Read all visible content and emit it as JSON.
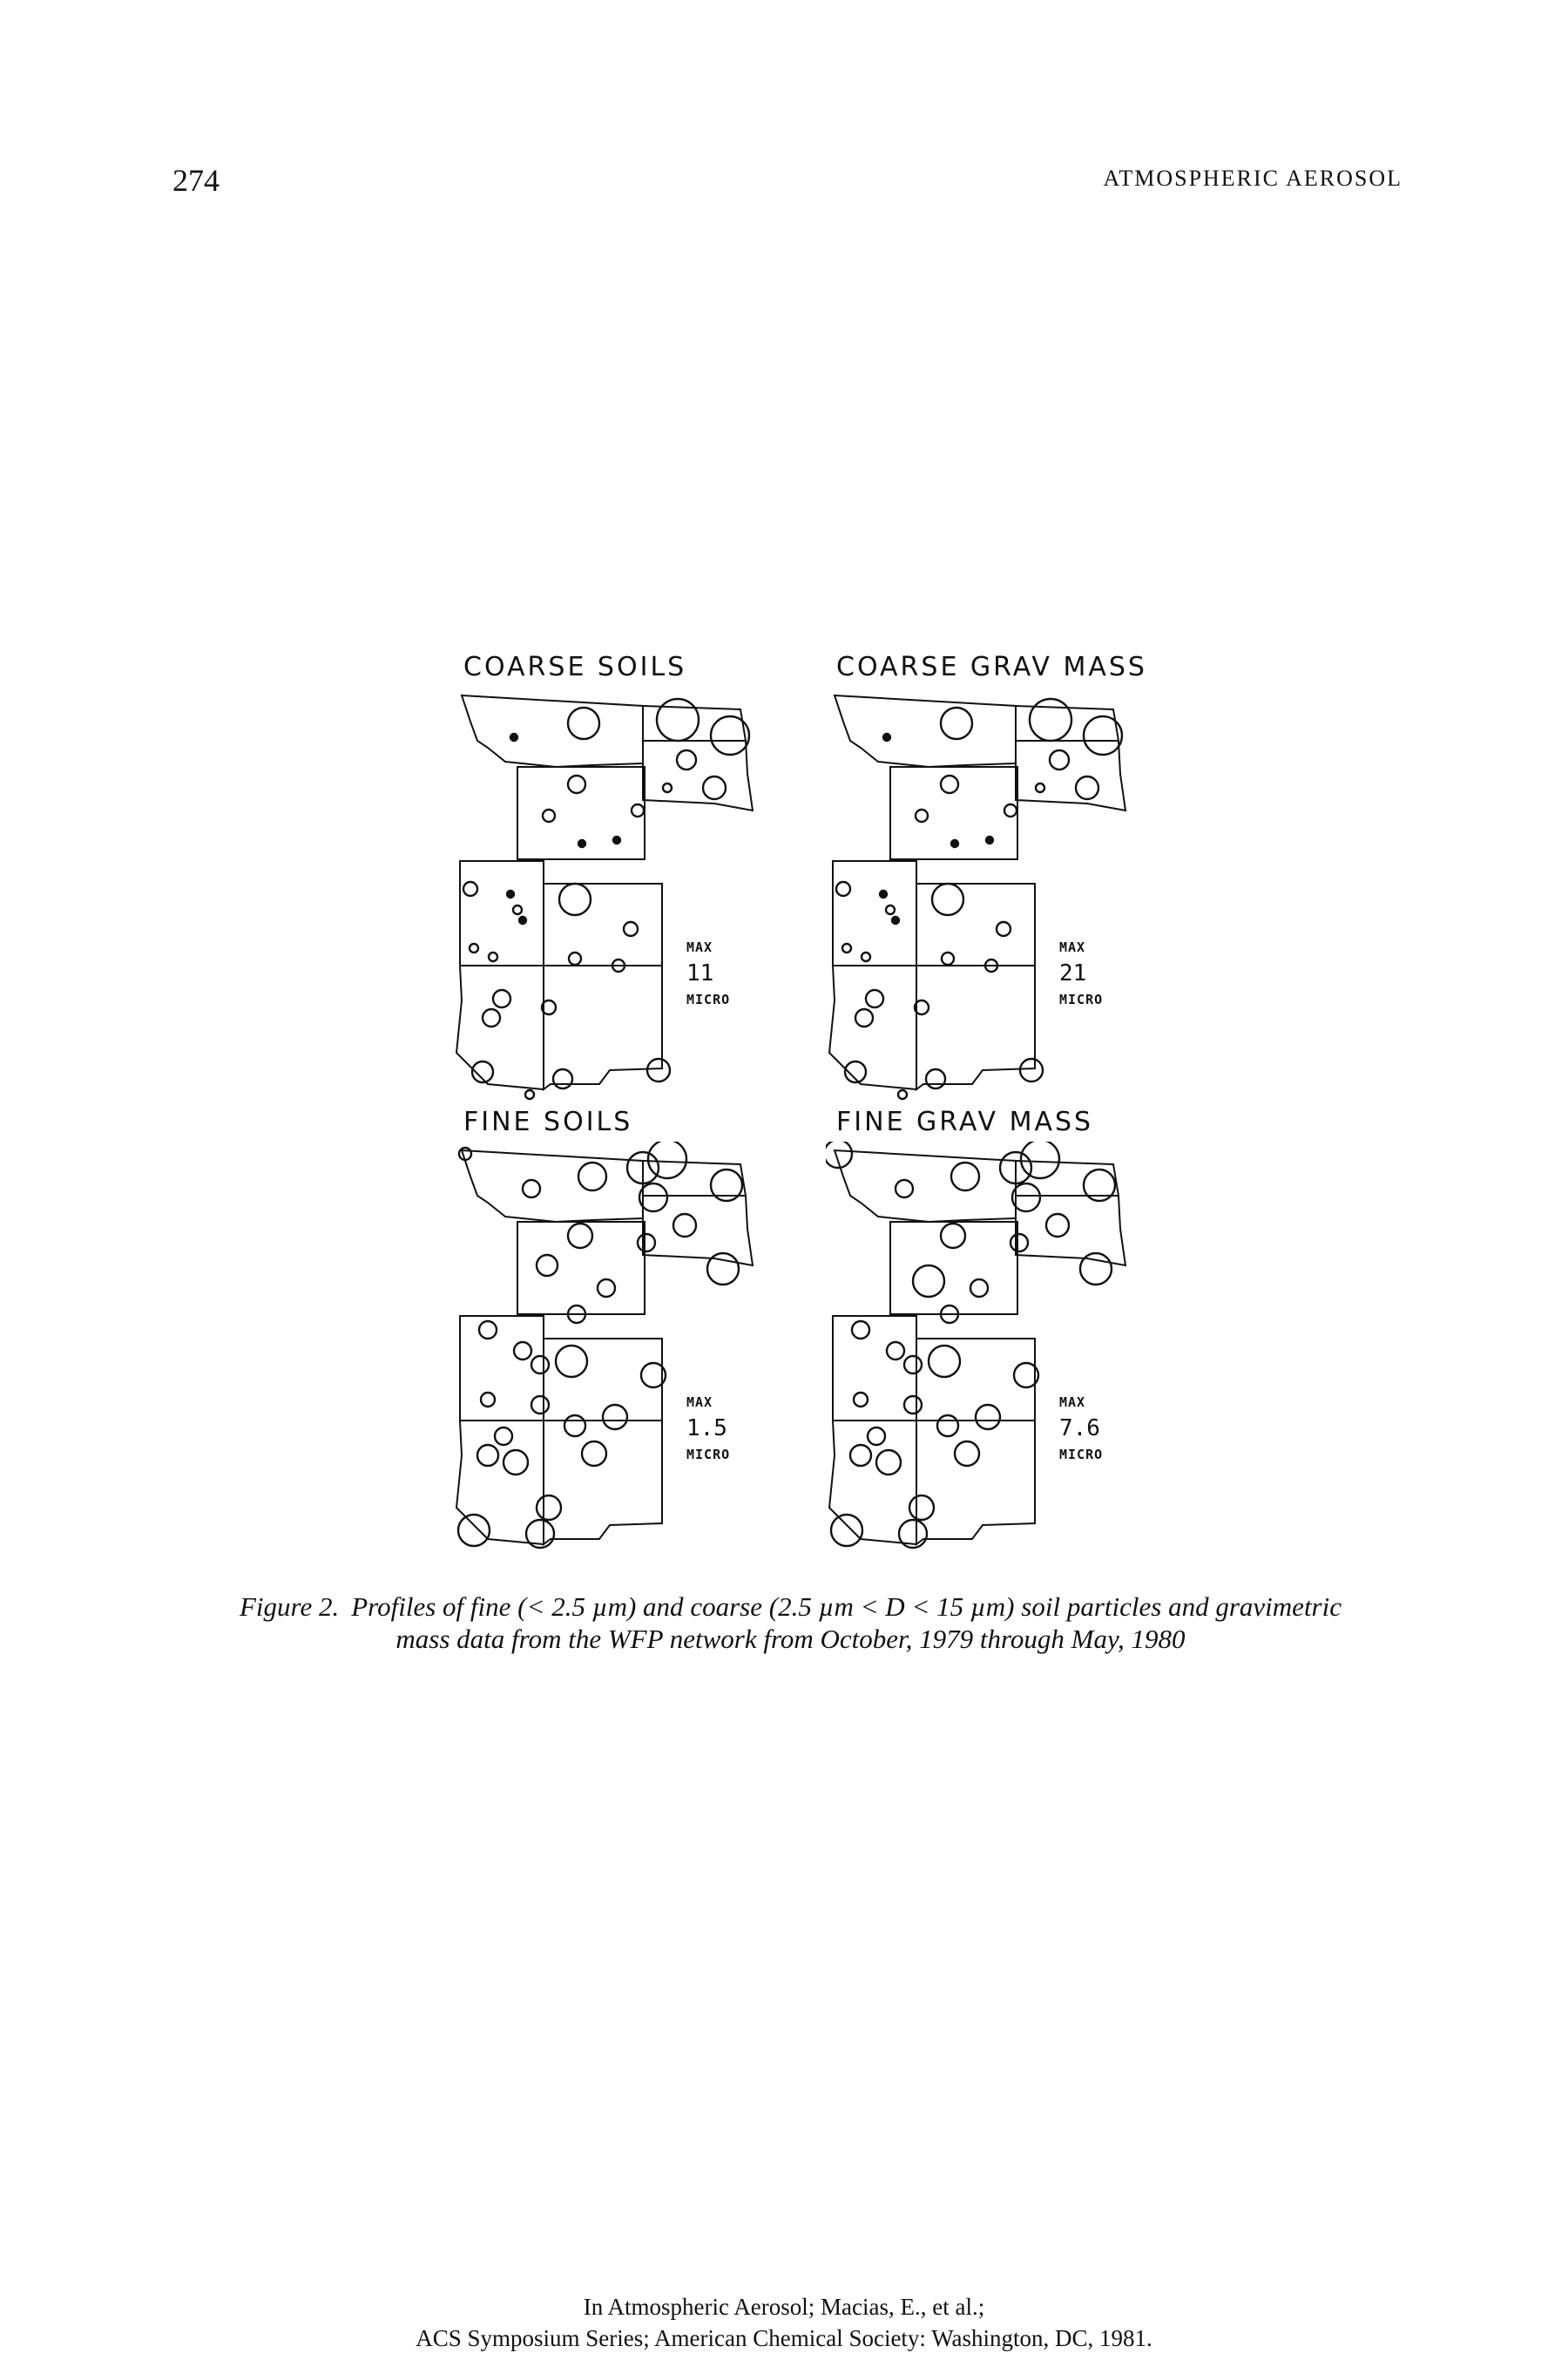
{
  "header": {
    "page_number": "274",
    "running_title": "ATMOSPHERIC AEROSOL"
  },
  "figure": {
    "panels": [
      {
        "title": "COARSE SOILS",
        "max_label": "MAX",
        "max_value": "11",
        "unit": "MICRO"
      },
      {
        "title": "COARSE GRAV MASS",
        "max_label": "MAX",
        "max_value": "21",
        "unit": "MICRO"
      },
      {
        "title": "FINE SOILS",
        "max_label": "MAX",
        "max_value": "1.5",
        "unit": "MICRO"
      },
      {
        "title": "FINE GRAV MASS",
        "max_label": "MAX",
        "max_value": "7.6",
        "unit": "MICRO"
      }
    ],
    "caption_label": "Figure 2.",
    "caption_text": "Profiles of fine (< 2.5 µm) and coarse (2.5 µm < D < 15 µm) soil particles and gravimetric mass data from the WFP network from October, 1979 through May, 1980"
  },
  "footer": {
    "line1": "In Atmospheric Aerosol; Macias, E., et al.;",
    "line2": "ACS Symposium Series; American Chemical Society: Washington, DC, 1981."
  }
}
